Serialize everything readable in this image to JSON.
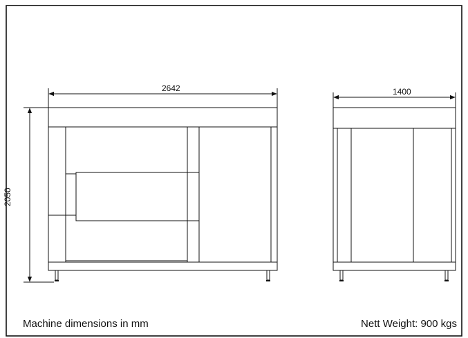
{
  "dimensions": {
    "front_width": "2642",
    "side_width": "1400",
    "height": "2050"
  },
  "captions": {
    "units_note": "Machine dimensions in mm",
    "weight_note": "Nett Weight: 900 kgs"
  }
}
